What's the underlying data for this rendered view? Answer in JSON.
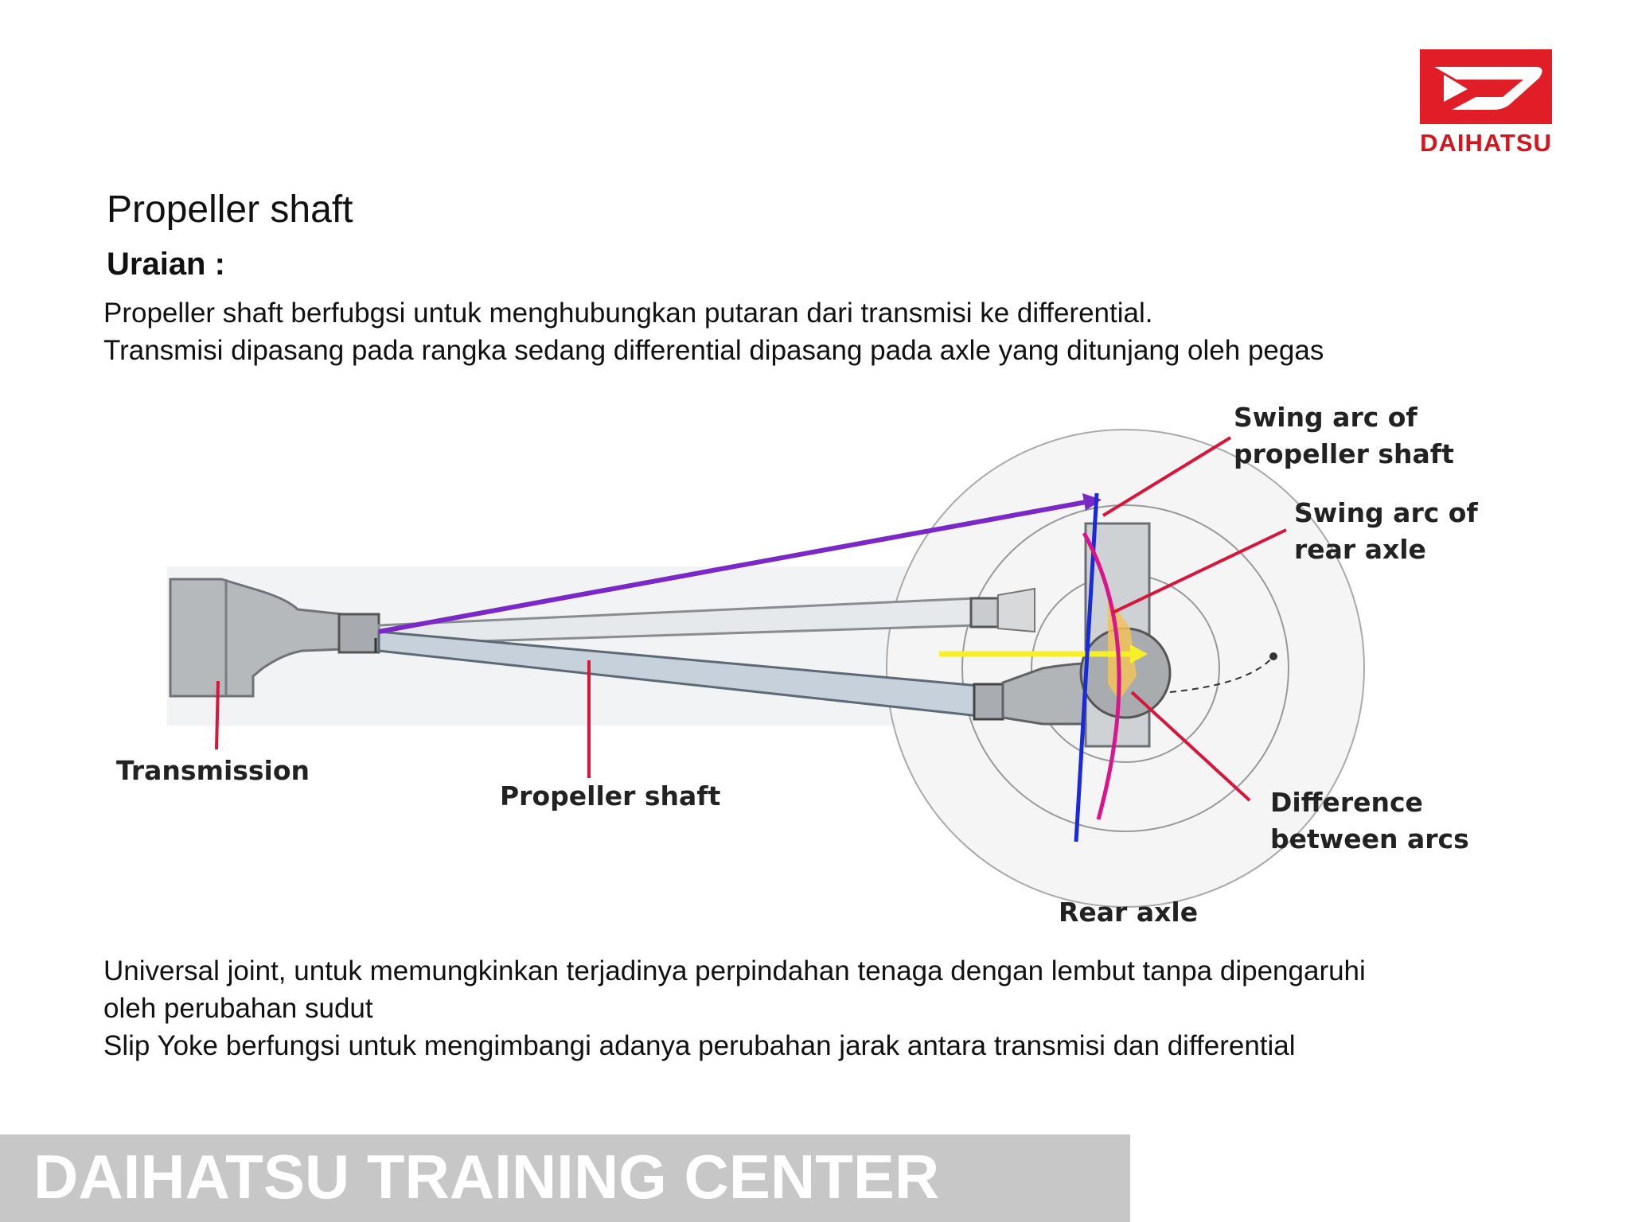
{
  "logo": {
    "text": "DAIHATSU",
    "color": "#e11d28"
  },
  "header": {
    "title": "Propeller shaft",
    "subtitle": "Uraian :"
  },
  "intro": [
    "Propeller shaft berfubgsi untuk menghubungkan putaran dari transmisi ke differential.",
    "Transmisi dipasang pada rangka sedang differential dipasang pada axle yang ditunjang oleh pegas"
  ],
  "diagram": {
    "labels": {
      "swing_propeller_1": "Swing arc of",
      "swing_propeller_2": "propeller shaft",
      "swing_axle_1": "Swing arc of",
      "swing_axle_2": "rear axle",
      "difference_1": "Difference",
      "difference_2": "between arcs",
      "transmission": "Transmission",
      "propeller_shaft": "Propeller shaft",
      "rear_axle": "Rear axle"
    },
    "colors": {
      "callout": "#d8153a",
      "arc_propeller": "#7a28c8",
      "arc_axle": "#1a2ad8",
      "highlight": "#f6ef2a"
    }
  },
  "body": [
    "Universal joint, untuk memungkinkan terjadinya perpindahan tenaga dengan lembut tanpa dipengaruhi",
    "oleh perubahan sudut",
    "Slip Yoke berfungsi untuk mengimbangi adanya perubahan jarak antara transmisi dan differential"
  ],
  "footer": {
    "text": "DAIHATSU TRAINING CENTER"
  }
}
